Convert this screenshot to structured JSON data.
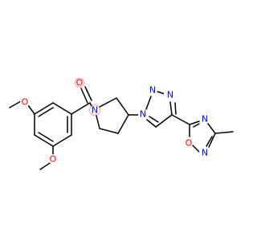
{
  "image": {
    "background": "#ffffff",
    "bond_color": "#000000",
    "highlight_color": "#ff9aa2"
  },
  "atoms": {
    "carbonyl_oxygen": {
      "symbol": "O",
      "color": "#ff0000"
    },
    "pyrrolidine_nitrogen": {
      "symbol": "N",
      "color": "#0000ff"
    },
    "triazole_n1": {
      "symbol": "N",
      "color": "#0000ff"
    },
    "triazole_n2": {
      "symbol": "N",
      "color": "#0000ff"
    },
    "triazole_n3": {
      "symbol": "N",
      "color": "#0000ff"
    },
    "oxadiazole_n4": {
      "symbol": "N",
      "color": "#0000ff"
    },
    "oxadiazole_n2": {
      "symbol": "N",
      "color": "#0000ff"
    },
    "oxadiazole_o1": {
      "symbol": "O",
      "color": "#ff0000"
    },
    "methoxy_top_o": {
      "symbol": "O",
      "color": "#ff0000"
    },
    "methoxy_bottom_o": {
      "symbol": "O",
      "color": "#ff0000"
    }
  }
}
